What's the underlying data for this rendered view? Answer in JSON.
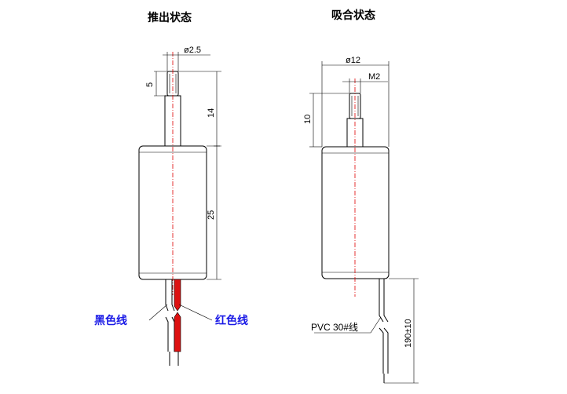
{
  "titles": {
    "left": "推出状态",
    "right": "吸合状态"
  },
  "left_dims": {
    "diameter": "ø2.5",
    "thread_len": "5",
    "shaft_len": "14",
    "body_len": "25"
  },
  "right_dims": {
    "diameter": "ø12",
    "thread": "M2",
    "shaft_len": "10",
    "lead_len": "190±10"
  },
  "labels": {
    "black_wire": "黑色线",
    "red_wire": "红色线",
    "pvc": "PVC 30#线"
  },
  "colors": {
    "red_wire": "#dd1111",
    "label_blue": "#1a1ae6",
    "centerline": "#e00000"
  }
}
